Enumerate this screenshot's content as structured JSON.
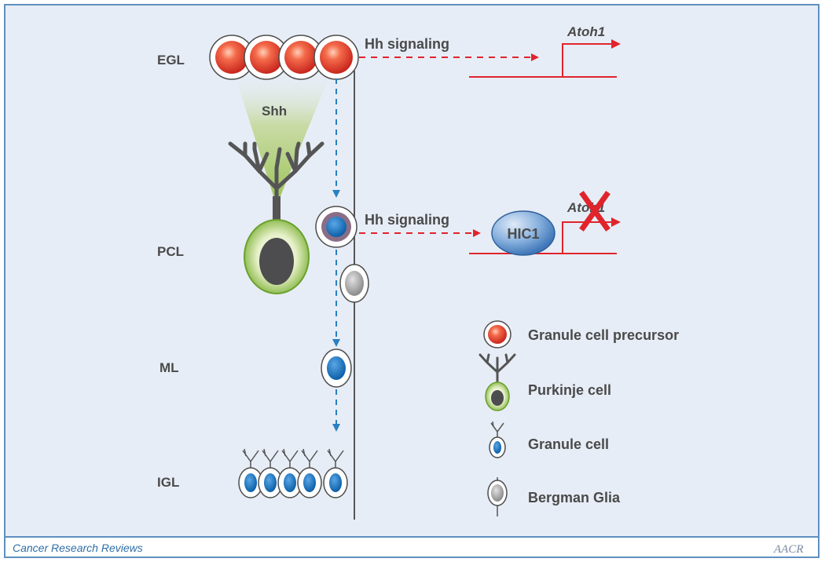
{
  "layers": {
    "egl": "EGL",
    "pcl": "PCL",
    "ml": "ML",
    "igl": "IGL"
  },
  "signals": {
    "shh": "Shh",
    "hh_top": "Hh signaling",
    "hh_mid": "Hh signaling"
  },
  "genes": {
    "atoh1_top": "Atoh1",
    "atoh1_mid": "Atoh1",
    "hic1": "HIC1"
  },
  "legend": {
    "granule_precursor": "Granule cell precursor",
    "purkinje": "Purkinje cell",
    "granule": "Granule cell",
    "bergman": "Bergman Glia"
  },
  "footer": {
    "journal": "Cancer Research Reviews",
    "logo": "AACR"
  },
  "colors": {
    "background": "#e7edf6",
    "frame": "#5f8fbf",
    "arrow_red": "#e0242c",
    "arrow_blue": "#2a7fc0",
    "text": "#4a4a4a"
  }
}
